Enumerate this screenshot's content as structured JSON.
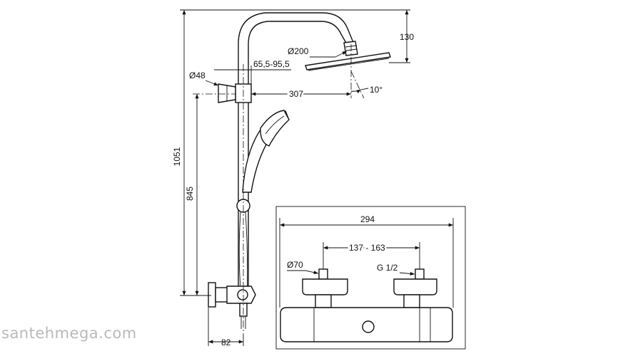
{
  "diagram": {
    "dimensions": {
      "total_height": "1051",
      "bracket_height": "845",
      "head_height": "130",
      "head_diameter": "Ø200",
      "arm_length": "307",
      "tilt_angle": "10°",
      "pipe_spacing": "65,5-95,5",
      "rail_diameter": "Ø48",
      "wall_offset": "82",
      "mixer_width": "294",
      "connection_spacing": "137 - 163",
      "inlet_diameter": "Ø70",
      "thread_size": "G 1/2"
    },
    "watermark": "santehmega.com"
  }
}
